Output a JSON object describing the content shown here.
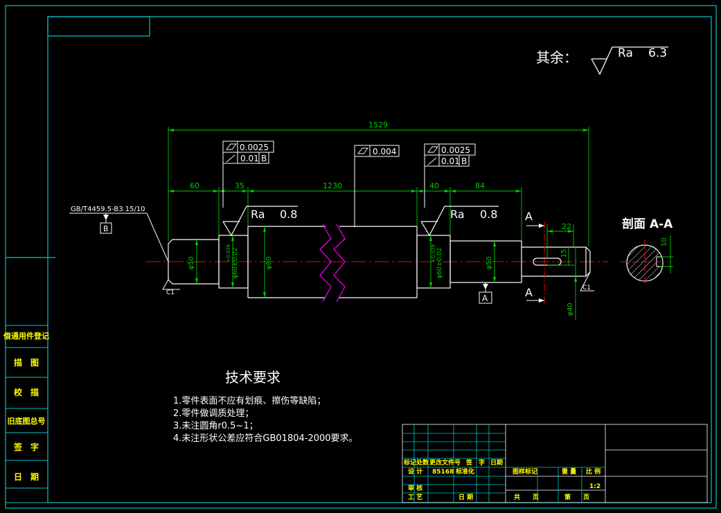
{
  "colors": {
    "background": "#000000",
    "frame": "#00C8C8",
    "geometry": "#FFFFFF",
    "dimension": "#00CC00",
    "centerline": "#FF0000",
    "break": "#FF00FF",
    "sidebar_text": "#FFFF00"
  },
  "roughness": {
    "label": "其余：",
    "ra_symbol": "Ra",
    "ra_value": "6.3",
    "left_journal": {
      "symbol": "Ra",
      "value": "0.8"
    },
    "right_journal": {
      "symbol": "Ra",
      "value": "0.8"
    }
  },
  "dimensions": {
    "overall": "1529",
    "left_seg1": "60",
    "left_seg2": "35",
    "middle": "1230",
    "right_seg1": "40",
    "right_seg2": "84",
    "keyway_len": "22",
    "keyway_offset": "15",
    "dia_left": "φ50",
    "dia_left_journal": "φ60±0.02",
    "dia_left_journal_tol": "+0.039",
    "dia_body": "φ80",
    "dia_right_journal": "φ60±0.02",
    "dia_right_journal_tol": "+0.039",
    "dia_right": "φ50",
    "dia_end": "φ40",
    "section_width": "10",
    "chamfer_left": "C1",
    "chamfer_right": "C1"
  },
  "tolerances": {
    "left": {
      "row1": "0.0025",
      "row2": "0.01",
      "datum": "B"
    },
    "middle": {
      "row1": "0.004"
    },
    "right": {
      "row1": "0.0025",
      "row2": "0.01",
      "datum": "B"
    }
  },
  "labels": {
    "center_hole": "GB/T4459.5-B3.15/10",
    "datum_b": "B",
    "datum_a": "A",
    "section_a": "A",
    "section_title": "剖面 A-A"
  },
  "notes": {
    "title": "技术要求",
    "items": [
      "1.零件表面不应有划痕、擦伤等缺陷；",
      "2.零件做调质处理；",
      "3.未注圆角r0.5~1；",
      "4.未注形状公差应符合GB01804-2000要求。"
    ]
  },
  "sidebar": {
    "items": [
      "借通用件登记",
      "描　图",
      "校　描",
      "旧底图总号",
      "签　字",
      "日　期"
    ]
  },
  "title_block": {
    "row_labels": [
      "标记",
      "处数",
      "更改文件号",
      "签　字",
      "日期"
    ],
    "design": "设 计",
    "design_id": "85168",
    "standard": "标准化",
    "review": "审 核",
    "process": "工 艺",
    "date": "日 期",
    "stage_mark": "图样标记",
    "weight": "重 量",
    "scale_label": "比 例",
    "scale": "1:2",
    "sheets_total": "共　　页",
    "sheet_no": "第　　页"
  }
}
